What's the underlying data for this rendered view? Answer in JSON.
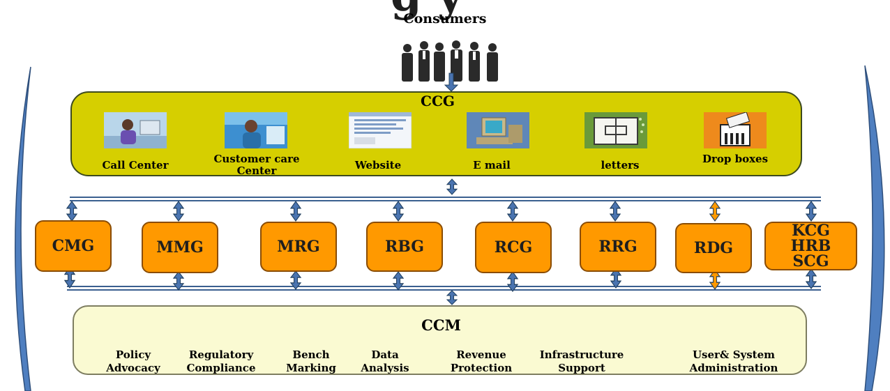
{
  "title_fragment": "g    y",
  "consumers_label": "Consumers",
  "ccg": {
    "title": "CCG",
    "channels": [
      {
        "label": "Call Center",
        "icon": "call-center-photo"
      },
      {
        "label": "Customer care Center",
        "icon": "customer-care-photo"
      },
      {
        "label": "Website",
        "icon": "website-screenshot"
      },
      {
        "label": "E mail",
        "icon": "computer-photo"
      },
      {
        "label": "letters",
        "icon": "notebook-clipart"
      },
      {
        "label": "Drop boxes",
        "icon": "drop-box-clipart"
      }
    ]
  },
  "groups": [
    {
      "label": "CMG"
    },
    {
      "label": "MMG"
    },
    {
      "label": "MRG"
    },
    {
      "label": "RBG"
    },
    {
      "label": "RCG"
    },
    {
      "label": "RRG"
    },
    {
      "label": "RDG"
    },
    {
      "label": "KCG HRB SCG"
    }
  ],
  "ccm": {
    "title": "CCM",
    "functions": [
      {
        "label": "Policy Advocacy"
      },
      {
        "label": "Regulatory Compliance"
      },
      {
        "label": "Bench Marking"
      },
      {
        "label": "Data Analysis"
      },
      {
        "label": "Revenue Protection"
      },
      {
        "label": "Infrastructure Support"
      },
      {
        "label": "User& System Administration"
      }
    ]
  },
  "colors": {
    "ccg_fill": "#d6cf00",
    "group_fill": "#ff9900",
    "ccm_fill": "#fafad2",
    "connector": "#4a74b0",
    "side_arc": "#4f7fc0"
  }
}
